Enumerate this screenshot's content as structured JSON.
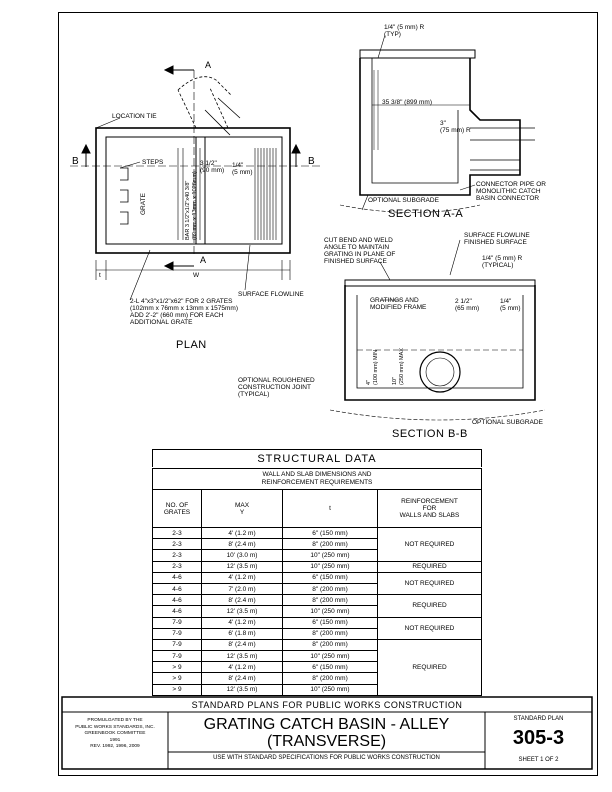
{
  "labels": {
    "location_tie": "LOCATION TIE",
    "a_top": "A",
    "a_bottom": "A",
    "b_left": "B",
    "b_right": "B",
    "steps": "STEPS",
    "grate": "GRATE",
    "bar_spec": "BAR 3 1/2\"x1/2\"x40 3/8\"\n(89 mm x 13mm x 1026mm)",
    "dim_3half": "3 1/2\"\n(90 mm)",
    "dim_quarter": "1/4\"\n(5 mm)",
    "surface_flowline": "SURFACE FLOWLINE",
    "angle_spec": "2-L 4\"x3\"x1/2\"x62\" FOR 2 GRATES\n(102mm x 76mm x 13mm x 1575mm)\nADD 2'-2\" (660 mm) FOR EACH\nADDITIONAL GRATE",
    "w": "W",
    "t": "t",
    "plan_title": "PLAN",
    "aa_quarter": "1/4\" (5 mm) R\n(TYP)",
    "aa_dim": "35 3/8\" (899 mm)",
    "aa_3": "3\"\n(75 mm) R",
    "aa_pipe": "CONNECTOR PIPE OR\nMONOLITHIC CATCH\nBASIN CONNECTOR",
    "aa_subgrade": "OPTIONAL SUBGRADE",
    "section_aa": "SECTION A-A",
    "bb_cut": "CUT BEND AND WELD\nANGLE TO MAINTAIN\nGRATING IN PLANE OF\nFINISHED SURFACE",
    "bb_flowline": "SURFACE FLOWLINE\nFINISHED SURFACE",
    "bb_quarter": "1/4\" (5 mm) R\n(TYPICAL)",
    "bb_gratings": "GRATINGS AND\nMODIFIED FRAME",
    "bb_2half": "2 1/2\"\n(65 mm)",
    "bb_quarter2": "1/4\"\n(5 mm)",
    "bb_min": "4\"\n(100 mm) MIN",
    "bb_max": "10\"\n(250 mm) MAX",
    "bb_joint": "OPTIONAL ROUGHENED\nCONSTRUCTION JOINT\n(TYPICAL)",
    "bb_subgrade": "OPTIONAL SUBGRADE",
    "section_bb": "SECTION B-B"
  },
  "structural": {
    "title": "STRUCTURAL DATA",
    "subtitle_1": "WALL AND SLAB DIMENSIONS AND",
    "subtitle_2": "REINFORCEMENT REQUIREMENTS",
    "col_grates": "NO. OF\nGRATES",
    "col_max": "MAX\nY",
    "col_t": "t",
    "col_reinf": "REINFORCEMENT\nFOR\nWALLS AND SLABS",
    "rows": [
      {
        "g": "2-3",
        "y": "4' (1.2 m)",
        "t": "6\" (150 mm)"
      },
      {
        "g": "2-3",
        "y": "8' (2.4 m)",
        "t": "8\" (200 mm)"
      },
      {
        "g": "2-3",
        "y": "10' (3.0 m)",
        "t": "10\" (250 mm)"
      },
      {
        "g": "2-3",
        "y": "12' (3.5 m)",
        "t": "10\" (250 mm)"
      },
      {
        "g": "4-6",
        "y": "4' (1.2 m)",
        "t": "6\" (150 mm)"
      },
      {
        "g": "4-6",
        "y": "7' (2.0 m)",
        "t": "8\" (200 mm)"
      },
      {
        "g": "4-6",
        "y": "8' (2.4 m)",
        "t": "8\" (200 mm)"
      },
      {
        "g": "4-6",
        "y": "12' (3.5 m)",
        "t": "10\" (250 mm)"
      },
      {
        "g": "7-9",
        "y": "4' (1.2 m)",
        "t": "6\" (150 mm)"
      },
      {
        "g": "7-9",
        "y": "6' (1.8 m)",
        "t": "8\" (200 mm)"
      },
      {
        "g": "7-9",
        "y": "8' (2.4 m)",
        "t": "8\" (200 mm)"
      },
      {
        "g": "7-9",
        "y": "12' (3.5 m)",
        "t": "10\" (250 mm)"
      },
      {
        "g": "> 9",
        "y": "4' (1.2 m)",
        "t": "6\" (150 mm)"
      },
      {
        "g": "> 9",
        "y": "8' (2.4 m)",
        "t": "8\" (200 mm)"
      },
      {
        "g": "> 9",
        "y": "12' (3.5 m)",
        "t": "10\" (250 mm)"
      }
    ],
    "reinf_groups": [
      {
        "text": "NOT REQUIRED",
        "span": 3
      },
      {
        "text": "REQUIRED",
        "span": 1
      },
      {
        "text": "NOT REQUIRED",
        "span": 2
      },
      {
        "text": "REQUIRED",
        "span": 2
      },
      {
        "text": "NOT REQUIRED",
        "span": 2
      },
      {
        "text": "REQUIRED",
        "span": 5
      }
    ]
  },
  "title_block": {
    "header": "STANDARD PLANS FOR PUBLIC WORKS CONSTRUCTION",
    "promulgated": "PROMULGATED BY THE\nPUBLIC WORKS STANDARDS, INC.\nGREENBOOK COMMITTEE\n1991\nREV. 1992, 1996, 2009",
    "title_1": "GRATING CATCH BASIN - ALLEY",
    "title_2": "(TRANSVERSE)",
    "use_with": "USE WITH STANDARD SPECIFICATIONS FOR PUBLIC WORKS CONSTRUCTION",
    "std_plan_label": "STANDARD PLAN",
    "plan_no": "305-3",
    "sheet": "SHEET 1 OF 2"
  }
}
